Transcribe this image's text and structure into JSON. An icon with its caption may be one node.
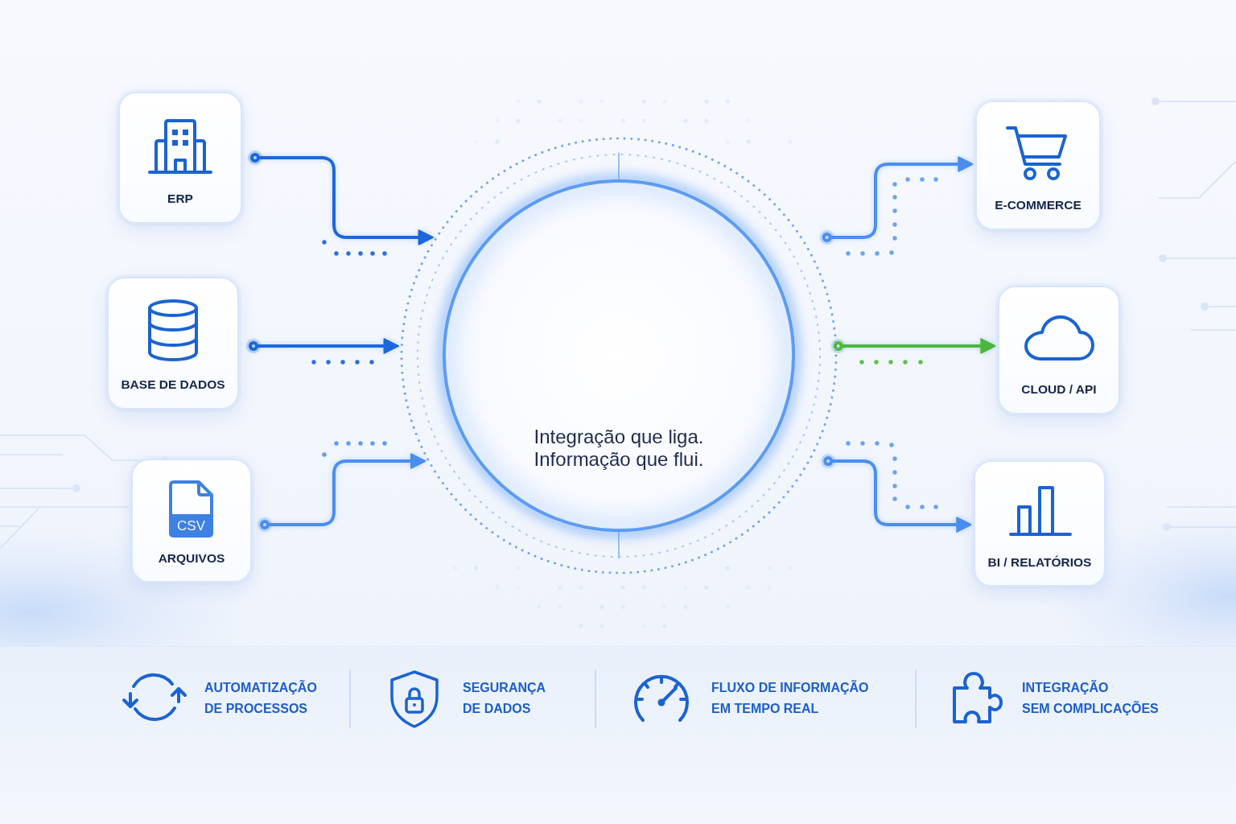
{
  "diagram": {
    "nodes": [
      {
        "text": [
          "ERP"
        ]
      },
      {
        "text": [
          "BASE DE DADOS"
        ]
      },
      {
        "text": [
          "CSV",
          "ARQUIVOS"
        ]
      },
      {
        "text": [
          "Integração que liga. Informação que flui."
        ]
      },
      {
        "text": [
          "E-COMMERCE"
        ]
      },
      {
        "text": [
          "CLOUD / API"
        ]
      },
      {
        "text": [
          "BI / RELATÓRIOS"
        ]
      }
    ],
    "edges": [
      {
        "from": 0,
        "to": 3,
        "arrow": "to",
        "color": "#1b68dc"
      },
      {
        "from": 1,
        "to": 3,
        "arrow": "to",
        "color": "#1b68dc"
      },
      {
        "from": 2,
        "to": 3,
        "arrow": "to"
      },
      {
        "from": 3,
        "to": 4,
        "arrow": "to"
      },
      {
        "from": 3,
        "to": 5,
        "arrow": "to",
        "color": "#4cb83c"
      },
      {
        "from": 3,
        "to": 6,
        "arrow": "to"
      }
    ],
    "labels": [
      "AUTOMATIZAÇÃO DE PROCESSOS",
      "SEGURANÇA DE DADOS",
      "FLUXO DE INFORMAÇÃO EM TEMPO REAL",
      "INTEGRAÇÃO SEM COMPLICAÇÕES"
    ]
  }
}
